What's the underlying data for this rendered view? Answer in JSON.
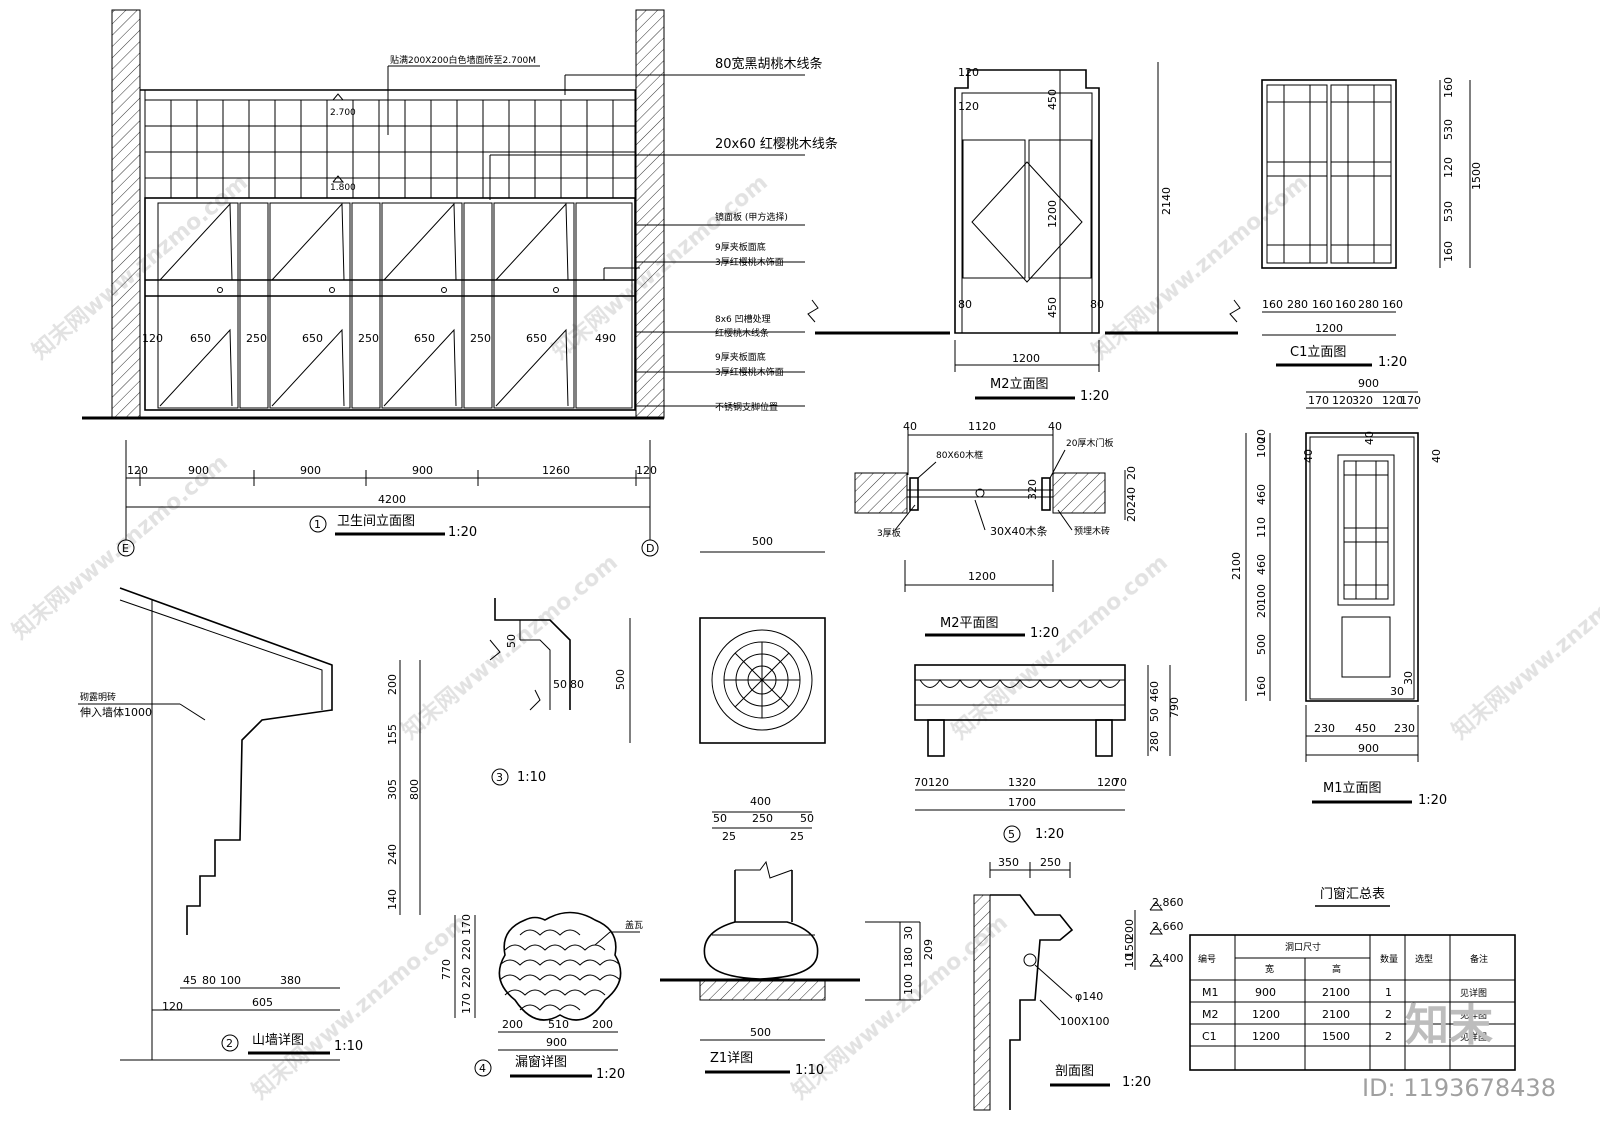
{
  "titles": {
    "toilet": {
      "num": "1",
      "label": "卫生间立面图",
      "scale": "1:20"
    },
    "gable": {
      "num": "2",
      "label": "山墙详图",
      "scale": "1:10"
    },
    "d3": {
      "num": "3",
      "scale": "1:10"
    },
    "lattice": {
      "num": "4",
      "label": "漏窗详图",
      "scale": "1:20"
    },
    "d5": {
      "num": "5",
      "scale": "1:20"
    },
    "z1": {
      "label": "Z1详图",
      "scale": "1:10"
    },
    "m2elev": {
      "label": "M2立面图",
      "scale": "1:20"
    },
    "m2plan": {
      "label": "M2平面图",
      "scale": "1:20"
    },
    "c1": {
      "label": "C1立面图",
      "scale": "1:20"
    },
    "m1": {
      "label": "M1立面图",
      "scale": "1:20"
    },
    "section": {
      "label": "剖面图",
      "scale": "1:20"
    }
  },
  "toilet": {
    "top_note": "贴满200X200白色墙面砖至2.700M",
    "elev_a": "2.700",
    "elev_b": "1.800",
    "notes": [
      "80宽黑胡桃木线条",
      "20x60 红樱桃木线条",
      "镜面板 (甲方选择)",
      "9厚夹板面底",
      "3厚红樱桃木饰面",
      "8x6 凹槽处理",
      "红樱桃木线条",
      "9厚夹板面底",
      "3厚红樱桃木饰面",
      "不锈钢支脚位置"
    ],
    "panel_dims": [
      "120",
      "650",
      "250",
      "650",
      "250",
      "650",
      "250",
      "650",
      "490"
    ],
    "bottom_dims": [
      "120",
      "900",
      "900",
      "900",
      "1260",
      "120"
    ],
    "total": "4200",
    "axis_left": "E",
    "axis_right": "D"
  },
  "m2elev": {
    "h_dims": [
      "120",
      "450",
      "1200",
      "450"
    ],
    "w_left": "120",
    "foot_dims": [
      "80",
      "80"
    ],
    "width": "1200",
    "total_h": "2140"
  },
  "c1": {
    "h_dims": [
      "160",
      "530",
      "120",
      "530",
      "160"
    ],
    "total_h": "1500",
    "w_dims": [
      "160",
      "280",
      "160",
      "160",
      "280",
      "160"
    ],
    "width": "1200"
  },
  "m2plan": {
    "top_dims": [
      "40",
      "1120",
      "40"
    ],
    "notes": [
      "80X60木框",
      "20厚木门板",
      "3厚板",
      "30X40木条",
      "预埋木砖"
    ],
    "right_dims": [
      "20",
      "240",
      "20"
    ],
    "inner": "320",
    "width": "1200"
  },
  "m1": {
    "width_top": "900",
    "top_dims": [
      "170",
      "120",
      "320",
      "120",
      "170"
    ],
    "side_40": [
      "40",
      "40",
      "40"
    ],
    "h_dims": [
      "100",
      "20",
      "460",
      "110",
      "460",
      "100",
      "20",
      "500",
      "160"
    ],
    "total_h": "2100",
    "inner_30": [
      "30",
      "30"
    ],
    "bottom_dims": [
      "230",
      "450",
      "230"
    ],
    "width_bottom": "900"
  },
  "d5": {
    "h_dims": [
      "460",
      "50",
      "280"
    ],
    "total_h": "790",
    "w_dims": [
      "70",
      "120",
      "1320",
      "120",
      "70"
    ],
    "width": "1700"
  },
  "gable": {
    "note1": "砌露明砖",
    "note2": "伸入墙体1000",
    "v_dims": [
      "200",
      "155",
      "305",
      "240",
      "140"
    ],
    "total": "800",
    "h_dims": [
      "45",
      "80",
      "100",
      "380"
    ],
    "total_w": "605",
    "left": "120"
  },
  "d3": {
    "dims": [
      "50",
      "50",
      "80"
    ]
  },
  "vent": {
    "width": "500",
    "height": "500"
  },
  "lattice": {
    "v_dims": [
      "170",
      "220",
      "220",
      "170"
    ],
    "total_h": "770",
    "h_dims": [
      "200",
      "510",
      "200"
    ],
    "width": "900",
    "note": "盖瓦"
  },
  "z1": {
    "top": "400",
    "mid_dims": [
      "50",
      "250",
      "50"
    ],
    "inner": [
      "25",
      "25"
    ],
    "v_dims": [
      "30",
      "180",
      "100"
    ],
    "total_h": "209",
    "base": "500"
  },
  "section": {
    "top_dims": [
      "350",
      "250"
    ],
    "levels": [
      "2.860",
      "2.660",
      "2.400"
    ],
    "v_dims": [
      "200",
      "150",
      "10"
    ],
    "dia": "φ140",
    "beam": "100X100"
  },
  "schedule": {
    "title": "门窗汇总表",
    "headers": [
      "编号",
      "洞口尺寸",
      "数量",
      "选型",
      "备注"
    ],
    "sub": [
      "宽",
      "高"
    ],
    "rows": [
      [
        "M1",
        "900",
        "2100",
        "1",
        "见详图"
      ],
      [
        "M2",
        "1200",
        "2100",
        "2",
        "见详图"
      ],
      [
        "C1",
        "1200",
        "1500",
        "2",
        "见详图"
      ]
    ]
  },
  "watermark": {
    "text": "知末网www.znzmo.com",
    "logo": "知末",
    "id": "ID: 1193678438"
  }
}
